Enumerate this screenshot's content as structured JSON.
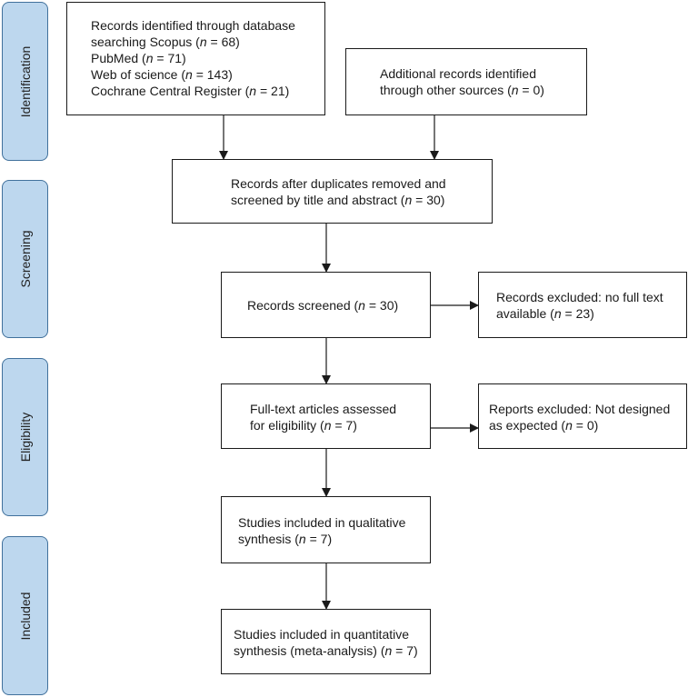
{
  "phases": {
    "identification": "Identification",
    "screening": "Screening",
    "eligibility": "Eligibility",
    "included": "Included"
  },
  "boxes": {
    "database_records": {
      "lines": [
        {
          "pre": "Records identified through database",
          "n": "",
          "post": ""
        },
        {
          "pre": "searching Scopus (",
          "n": "n",
          "post": " = 68)"
        },
        {
          "pre": "PubMed (",
          "n": "n",
          "post": " = 71)"
        },
        {
          "pre": "Web of science (",
          "n": "n",
          "post": " = 143)"
        },
        {
          "pre": "Cochrane Central Register (",
          "n": "n",
          "post": " = 21)"
        }
      ]
    },
    "other_sources": {
      "lines": [
        {
          "pre": "Additional records identified",
          "n": "",
          "post": ""
        },
        {
          "pre": "through other sources (",
          "n": "n",
          "post": " = 0)"
        }
      ]
    },
    "after_duplicates": {
      "lines": [
        {
          "pre": "Records after duplicates removed and",
          "n": "",
          "post": ""
        },
        {
          "pre": "screened by title and abstract (",
          "n": "n",
          "post": " = 30)"
        }
      ]
    },
    "records_screened": {
      "lines": [
        {
          "pre": "Records screened (",
          "n": "n",
          "post": " = 30)"
        }
      ]
    },
    "records_excluded": {
      "lines": [
        {
          "pre": "Records excluded: no full text",
          "n": "",
          "post": ""
        },
        {
          "pre": "available (",
          "n": "n",
          "post": " = 23)"
        }
      ]
    },
    "full_text_assessed": {
      "lines": [
        {
          "pre": "Full-text articles assessed",
          "n": "",
          "post": ""
        },
        {
          "pre": "for eligibility (",
          "n": "n",
          "post": " = 7)"
        }
      ]
    },
    "reports_excluded": {
      "lines": [
        {
          "pre": "Reports excluded: Not designed",
          "n": "",
          "post": ""
        },
        {
          "pre": "as expected (",
          "n": "n",
          "post": " = 0)"
        }
      ]
    },
    "qualitative": {
      "lines": [
        {
          "pre": "Studies included in qualitative",
          "n": "",
          "post": ""
        },
        {
          "pre": "synthesis (",
          "n": "n",
          "post": " = 7)"
        }
      ]
    },
    "quantitative": {
      "lines": [
        {
          "pre": "Studies included in quantitative",
          "n": "",
          "post": ""
        },
        {
          "pre": "synthesis (meta-analysis) (",
          "n": "n",
          "post": " = 7)"
        }
      ]
    }
  },
  "colors": {
    "phase_fill": "#bdd7ee",
    "phase_border": "#41719c",
    "box_border": "#1a1a1a",
    "arrow": "#1a1a1a"
  }
}
